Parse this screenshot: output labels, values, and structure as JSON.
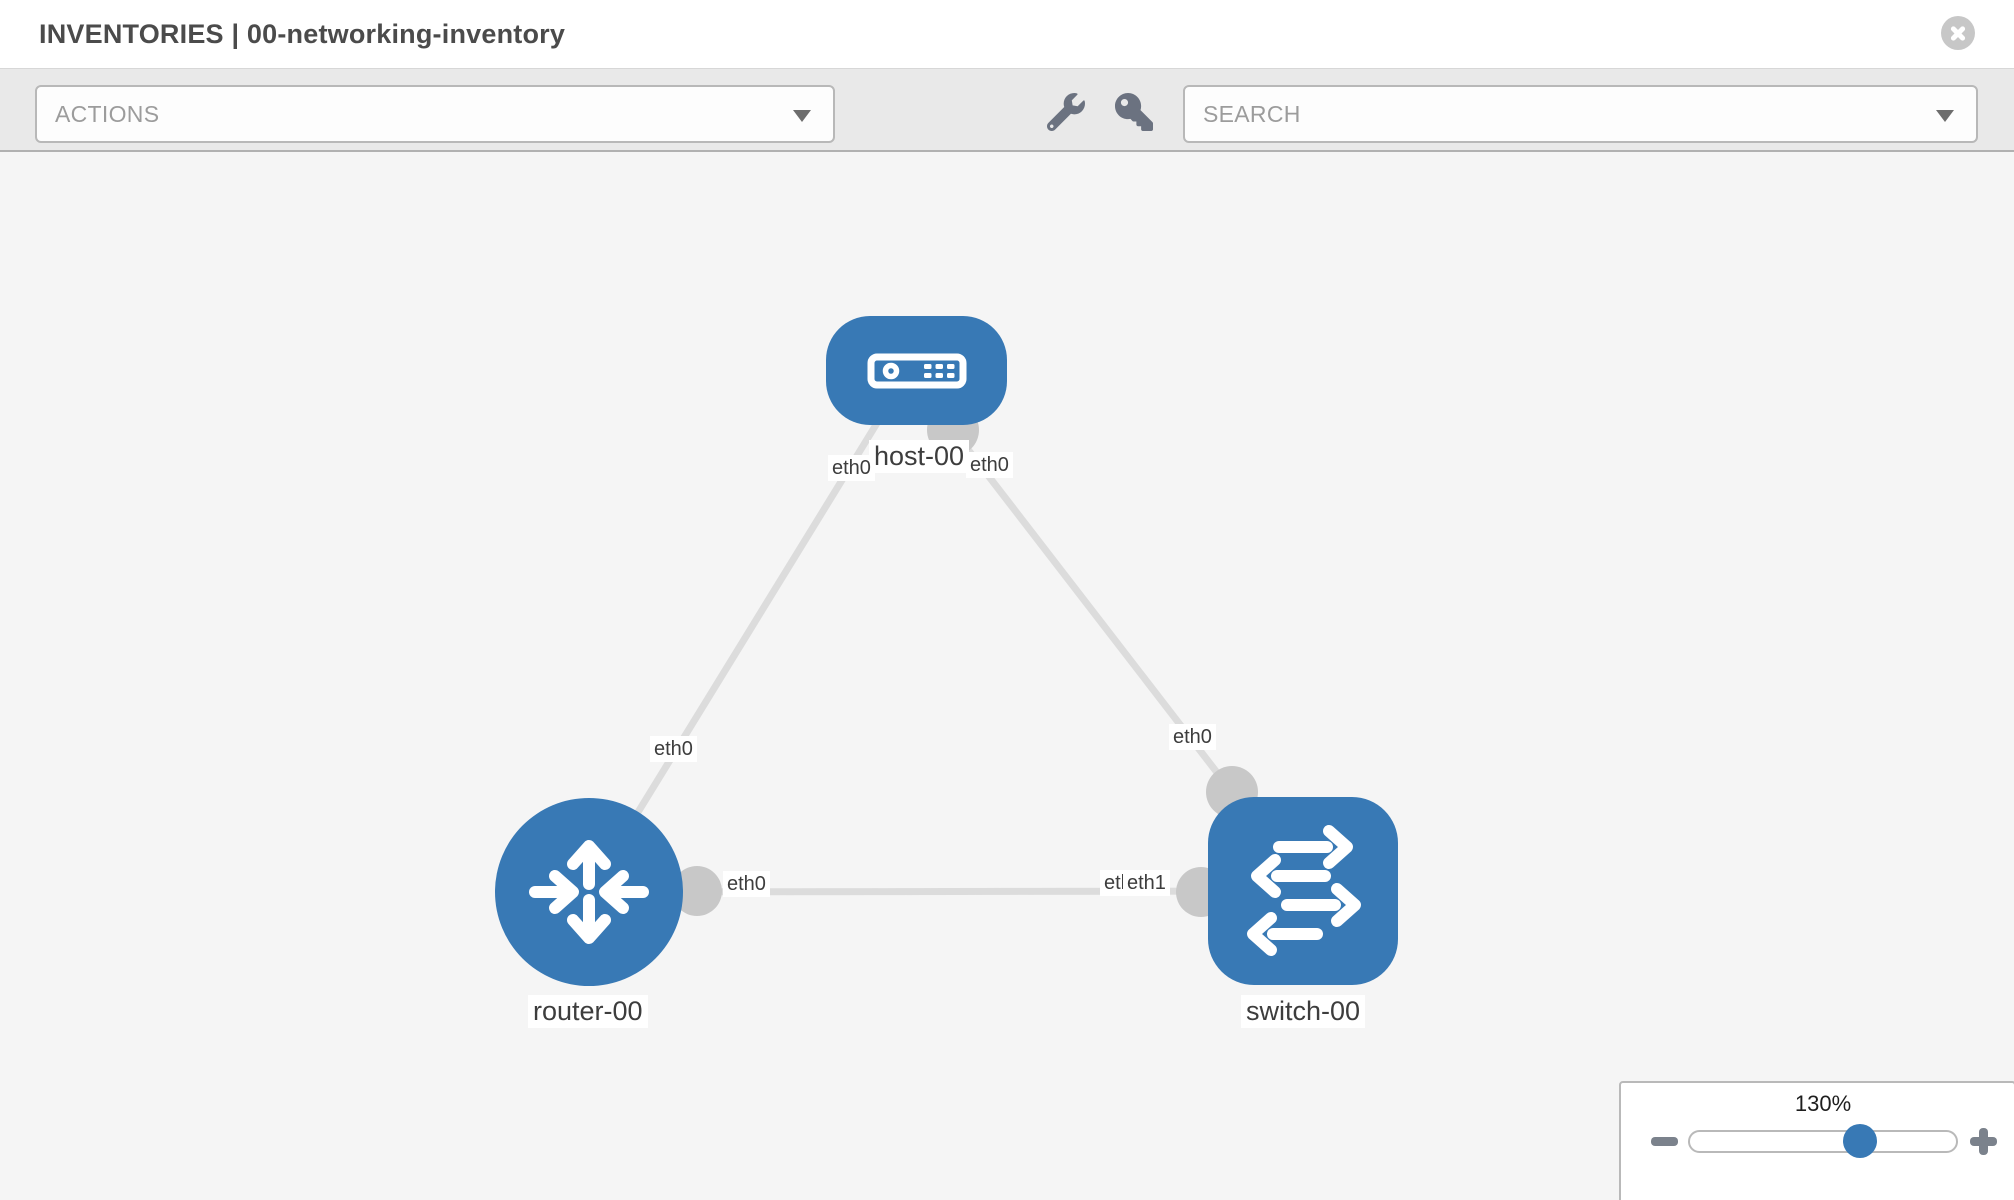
{
  "header": {
    "section": "INVENTORIES",
    "separator": "|",
    "inventory_name": "00-networking-inventory"
  },
  "toolbar": {
    "actions_label": "ACTIONS",
    "search_label": "SEARCH",
    "icons": [
      "wrench-icon",
      "key-icon"
    ]
  },
  "diagram": {
    "nodes": [
      {
        "id": "host-00",
        "label": "host-00",
        "type": "host",
        "shape": "rounded-rect",
        "icon": "host-icon"
      },
      {
        "id": "router-00",
        "label": "router-00",
        "type": "router",
        "shape": "circle",
        "icon": "router-icon"
      },
      {
        "id": "switch-00",
        "label": "switch-00",
        "type": "switch",
        "shape": "rounded-square",
        "icon": "switch-icon"
      }
    ],
    "links": [
      {
        "source": "host-00",
        "target": "router-00"
      },
      {
        "source": "host-00",
        "target": "switch-00"
      },
      {
        "source": "router-00",
        "target": "switch-00"
      }
    ],
    "interface_labels": [
      {
        "id": "host-left",
        "text": "eth0"
      },
      {
        "id": "host-right",
        "text": "eth0"
      },
      {
        "id": "router-top",
        "text": "eth0"
      },
      {
        "id": "router-right",
        "text": "eth0"
      },
      {
        "id": "switch-left-under",
        "text": "eth1"
      },
      {
        "id": "switch-left-over",
        "text": "eth1"
      },
      {
        "id": "switch-top",
        "text": "eth0"
      }
    ]
  },
  "zoom_control": {
    "value": "130%",
    "slider_percent": 64
  },
  "colors": {
    "node_blue": "#3879b5",
    "link_gray": "#dcdcdc",
    "connector_gray": "#c8c8c8",
    "canvas_bg": "#f5f5f5",
    "toolbar_bg": "#e9e9e9",
    "label_text": "#3d3d3d"
  }
}
